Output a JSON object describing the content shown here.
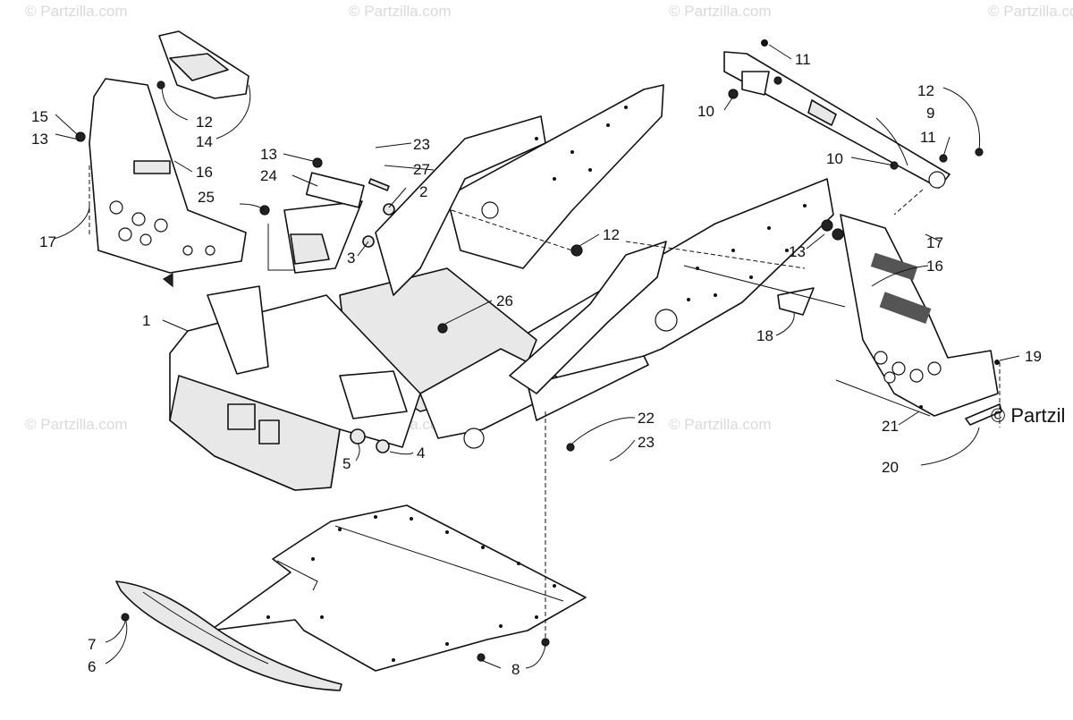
{
  "watermark": "© Partzilla.com",
  "corner_watermark": "© Partzil",
  "callouts": [
    "1",
    "2",
    "3",
    "4",
    "5",
    "6",
    "7",
    "8",
    "9",
    "10",
    "10",
    "11",
    "11",
    "12",
    "12",
    "12",
    "13",
    "13",
    "13",
    "14",
    "15",
    "16",
    "16",
    "17",
    "17",
    "18",
    "19",
    "20",
    "21",
    "22",
    "23",
    "23",
    "24",
    "25",
    "26",
    "27"
  ]
}
